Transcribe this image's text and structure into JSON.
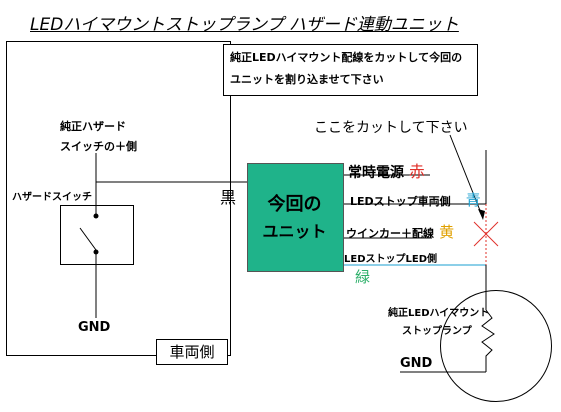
{
  "title": "LEDハイマウントストップランプ  ハザード連動ユニット",
  "note": {
    "line1": "純正LEDハイマウント配線をカットして今回の",
    "line2": "ユニットを割り込ませて下さい"
  },
  "cut_note": "ここをカットして下さい",
  "vehicle_side_label": "車両側",
  "hazard_plus_label_1": "純正ハザード",
  "hazard_plus_label_2": "スイッチの＋側",
  "hazard_switch_label": "ハザードスイッチ",
  "gnd_left": "GND",
  "gnd_right": "GND",
  "wire_black": "黒",
  "unit_line1": "今回の",
  "unit_line2": "ユニット",
  "wires": [
    {
      "label": "常時電源",
      "color_name": "赤",
      "color": "#e0302a"
    },
    {
      "label": "LEDストップ車両側",
      "color_name": "青",
      "color": "#1a9fd0"
    },
    {
      "label": "ウインカー＋配線",
      "color_name": "黄",
      "color": "#e0a000"
    },
    {
      "label": "LEDストップLED側",
      "color_name": "緑",
      "color": "#2db06a"
    }
  ],
  "lamp_label_1": "純正LEDハイマウント",
  "lamp_label_2": "ストップランプ"
}
